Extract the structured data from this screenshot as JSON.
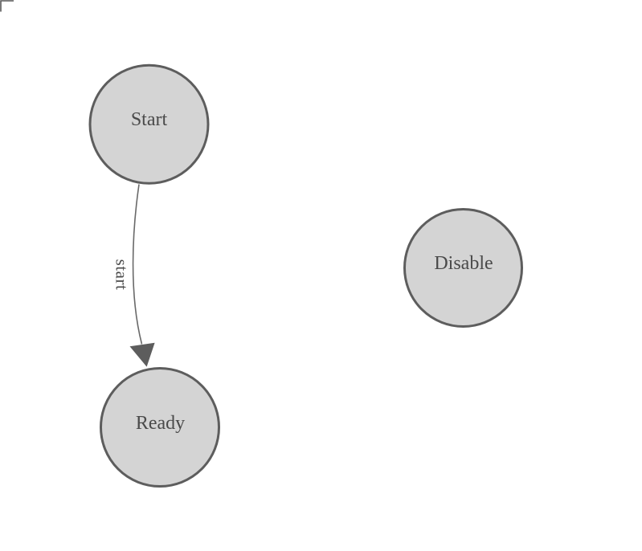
{
  "window": {
    "background": "#ffffff"
  },
  "diagram": {
    "type": "state-machine",
    "colors": {
      "node_fill": "#d4d4d4",
      "node_stroke": "#5d5d5d",
      "node_label_text": "#4a4a4a",
      "edge_stroke": "#696969",
      "arrow_fill": "#5d5d5d",
      "edge_label_text": "#4a4a4a",
      "corner_mark": "#565656"
    },
    "nodes": [
      {
        "id": "start",
        "label": "Start"
      },
      {
        "id": "ready",
        "label": "Ready"
      },
      {
        "id": "disable",
        "label": "Disable"
      }
    ],
    "edges": [
      {
        "source": "Start",
        "target": "Ready",
        "label": "start"
      }
    ]
  }
}
